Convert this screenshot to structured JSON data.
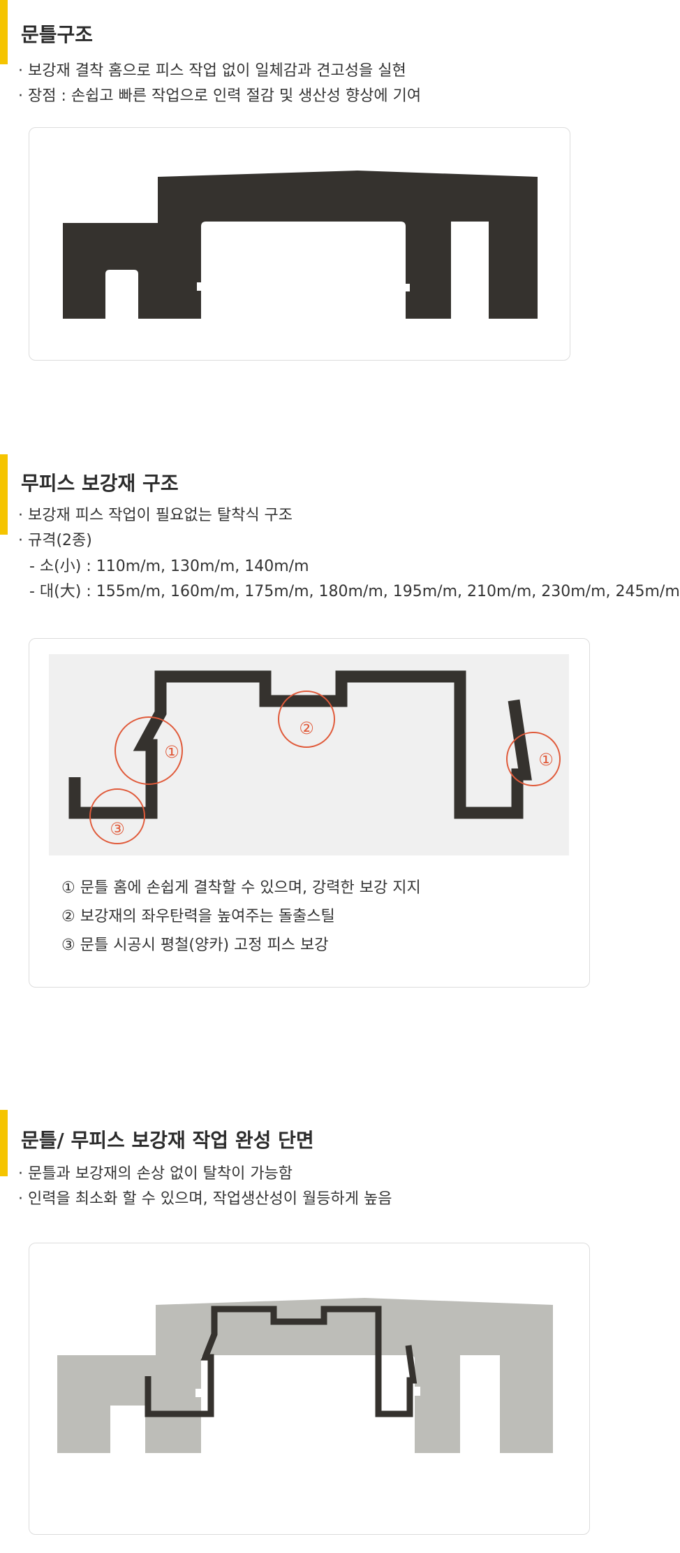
{
  "section1": {
    "title": "문틀구조",
    "bullets": [
      "· 보강재 결착 홈으로 피스 작업 없이 일체감과 견고성을 실현",
      "· 장점 : 손쉽고 빠른 작업으로 인력 절감 및 생산성 향상에 기여"
    ]
  },
  "section2": {
    "title": "무피스 보강재 구조",
    "bullets": [
      "· 보강재 피스 작업이 필요없는 탈착식 구조",
      "· 규격(2종)"
    ],
    "specs": [
      "- 소(小) : 110m/m, 130m/m, 140m/m",
      "- 대(大) : 155m/m, 160m/m, 175m/m, 180m/m, 195m/m, 210m/m, 230m/m, 245m/m"
    ],
    "markers": [
      "①",
      "②",
      "①",
      "③"
    ],
    "notes": [
      "① 문틀 홈에 손쉽게 결착할 수 있으며, 강력한 보강 지지",
      "② 보강재의 좌우탄력을 높여주는 돌출스틸",
      "③ 문틀 시공시 평철(양카) 고정 피스 보강"
    ]
  },
  "section3": {
    "title": "문틀/ 무피스 보강재 작업 완성 단면",
    "bullets": [
      "· 문틀과 보강재의 손상 없이 탈착이 가능함",
      "· 인력을 최소화 할 수 있으며, 작업생산성이 월등하게 높음"
    ]
  },
  "colors": {
    "accent": "#f5c400",
    "profile_dark": "#35322e",
    "profile_gray": "#bdbdb8",
    "marker_red": "#e05a3a",
    "figure_bg": "#f0f0f0"
  }
}
